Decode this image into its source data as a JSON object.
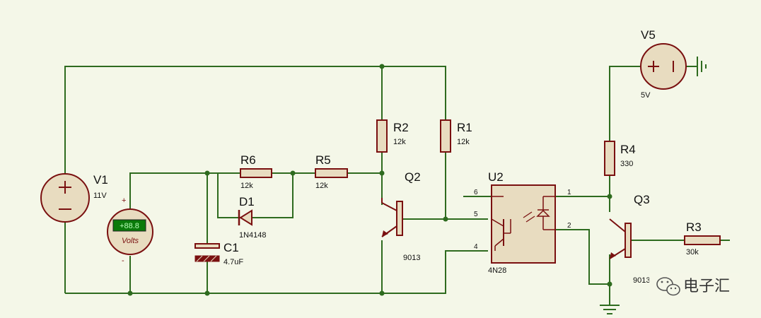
{
  "components": {
    "V1": {
      "ref": "V1",
      "value": "11V"
    },
    "V5": {
      "ref": "V5",
      "value": "5V"
    },
    "R1": {
      "ref": "R1",
      "value": "12k"
    },
    "R2": {
      "ref": "R2",
      "value": "12k"
    },
    "R3": {
      "ref": "R3",
      "value": "30k"
    },
    "R4": {
      "ref": "R4",
      "value": "330"
    },
    "R5": {
      "ref": "R5",
      "value": "12k"
    },
    "R6": {
      "ref": "R6",
      "value": "12k"
    },
    "D1": {
      "ref": "D1",
      "value": "1N4148"
    },
    "C1": {
      "ref": "C1",
      "value": "4.7uF"
    },
    "Q2": {
      "ref": "Q2",
      "value": "9013"
    },
    "Q3": {
      "ref": "Q3",
      "value": "9013"
    },
    "U2": {
      "ref": "U2",
      "value": "4N28",
      "pins": [
        "1",
        "2",
        "4",
        "5",
        "6"
      ]
    }
  },
  "voltmeter": {
    "display": "+88.8",
    "label": "Volts",
    "plus": "+",
    "minus": "-"
  },
  "watermark": {
    "text": "电子汇",
    "icon": "wechat-icon"
  },
  "colors": {
    "wire": "#2e6b1f",
    "component": "#7a1010",
    "fill": "#e8dcc0",
    "lcd": "#0a7a0a",
    "background": "#f4f7e8"
  }
}
